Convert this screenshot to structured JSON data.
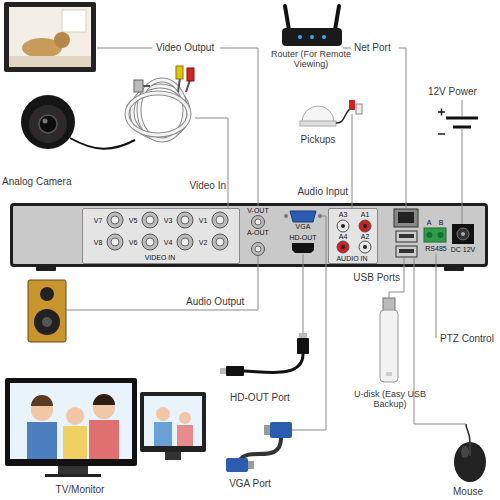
{
  "diagram": {
    "nodes": [
      {
        "text": [
          "V-OUT",
          "A-OUT",
          "VGA",
          "HD-OUT",
          "A",
          "B",
          "RS485",
          "DC 12V"
        ]
      },
      {
        "text": [
          "V7",
          "V5",
          "V3",
          "V1",
          "V8",
          "V6",
          "V4",
          "V2",
          "VIDEO IN"
        ],
        "in": 0
      },
      {
        "text": [
          "A3",
          "A1",
          "A4",
          "A2",
          "AUDIO IN"
        ],
        "in": 0
      }
    ],
    "labels": [
      "Video Output",
      "Net Port",
      "Router (For Remote Viewing)",
      "12V Power",
      "Analog Camera",
      "Pickups",
      "Video In",
      "Audio Input",
      "USB Ports",
      "Audio Output",
      "PTZ Control",
      "HD-OUT Port",
      "U-disk (Easy USB Backup)",
      "VGA Port",
      "TV/Monitor",
      "Mouse"
    ]
  }
}
